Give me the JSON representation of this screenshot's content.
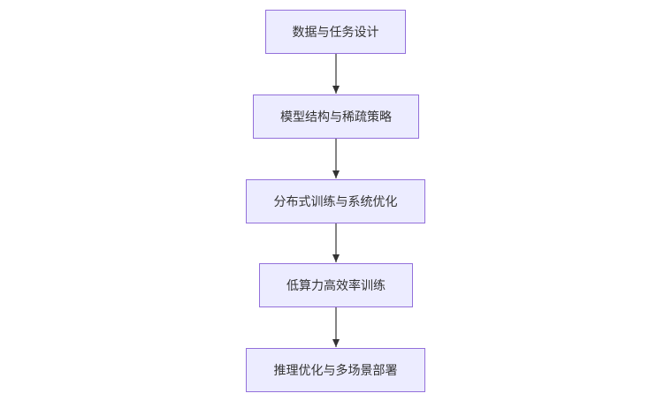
{
  "flowchart": {
    "nodes": [
      {
        "label": "数据与任务设计"
      },
      {
        "label": "模型结构与稀疏策略"
      },
      {
        "label": "分布式训练与系统优化"
      },
      {
        "label": "低算力高效率训练"
      },
      {
        "label": "推理优化与多场景部署"
      }
    ],
    "edges": [
      {
        "from": 0,
        "to": 1
      },
      {
        "from": 1,
        "to": 2
      },
      {
        "from": 2,
        "to": 3
      },
      {
        "from": 3,
        "to": 4
      }
    ]
  },
  "colors": {
    "node_fill": "#ececff",
    "node_border": "#9370db",
    "edge": "#333333",
    "text": "#333333"
  }
}
